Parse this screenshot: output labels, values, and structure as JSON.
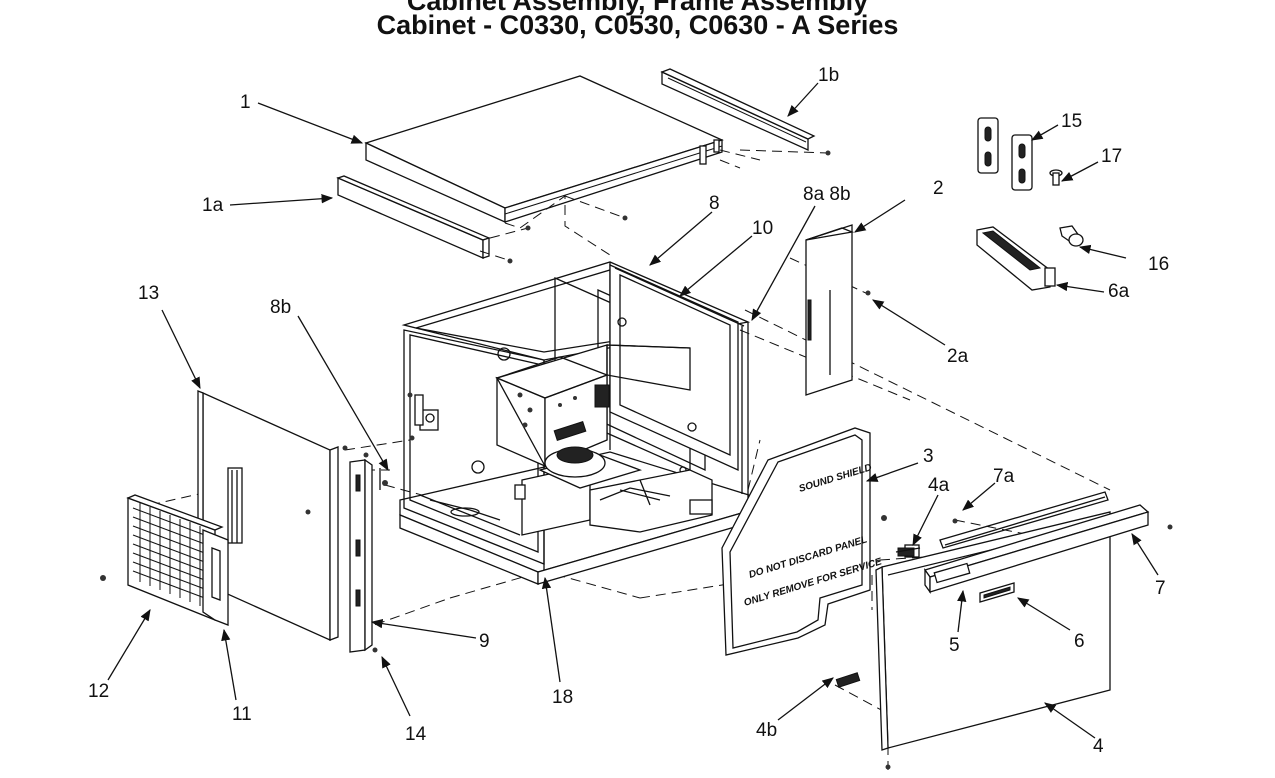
{
  "header": {
    "partial_title": "Cabinet Assembly, Frame Assembly",
    "title": "Cabinet - C0330, C0530, C0630 - A Series"
  },
  "callouts": [
    "1",
    "1a",
    "1b",
    "2",
    "2a",
    "3",
    "4",
    "4a",
    "4b",
    "5",
    "6",
    "6a",
    "7",
    "7a",
    "8",
    "8a 8b",
    "8b",
    "9",
    "10",
    "11",
    "12",
    "13",
    "14",
    "15",
    "16",
    "17",
    "18"
  ],
  "panel_text": {
    "sound_shield": "SOUND SHIELD",
    "warning_line1": "DO NOT DISCARD PANEL",
    "warning_line2": "ONLY REMOVE FOR SERVICE"
  },
  "colors": {
    "line": "#111111",
    "background": "#ffffff"
  }
}
